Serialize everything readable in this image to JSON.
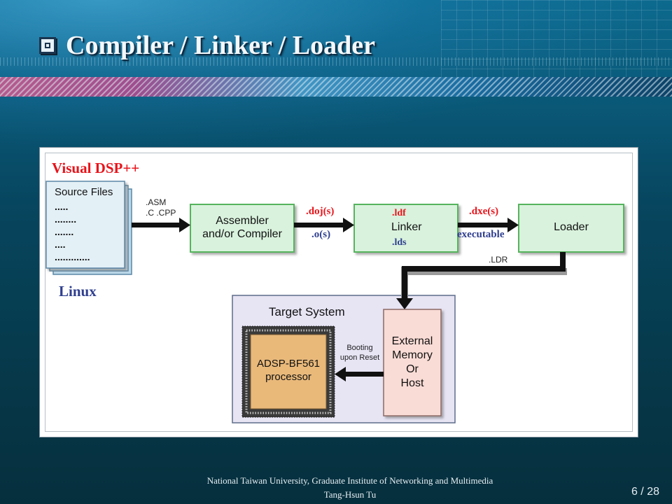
{
  "slide": {
    "title": "Compiler / Linker / Loader",
    "footer_line1": "National Taiwan University, Graduate Institute of Networking and Multimedia",
    "footer_line2": "Tang-Hsun Tu",
    "page_current": "6",
    "page_sep": " / ",
    "page_total": "28"
  },
  "diagram": {
    "visual_dsp": "Visual DSP++",
    "linux": "Linux",
    "source_files": {
      "title": "Source Files",
      "lines": [
        ".....",
        "........",
        ".......",
        "....",
        "............."
      ]
    },
    "src_ext1": ".ASM",
    "src_ext2": ".C .CPP",
    "assembler": {
      "line1": "Assembler",
      "line2": "and/or Compiler"
    },
    "doj": ".doj(s)",
    "o": ".o(s)",
    "linker": {
      "ldf": ".ldf",
      "name": "Linker",
      "lds": ".lds"
    },
    "dxe": ".dxe(s)",
    "executable": "executable",
    "loader": "Loader",
    "ldr": ".LDR",
    "target": {
      "title": "Target System",
      "processor_line1": "ADSP-BF561",
      "processor_line2": "processor",
      "booting_line1": "Booting",
      "booting_line2": "upon Reset",
      "memory_lines": [
        "External",
        "Memory",
        "Or",
        "Host"
      ]
    }
  },
  "colors": {
    "green_box": "#d9f2dd",
    "green_border": "#57b45d",
    "red_label": "#e8141b",
    "blue_label": "#2f3f8f",
    "target_bg": "#e7e4f4",
    "memory_bg": "#fadcd6",
    "chip_bg": "#e9b97a"
  }
}
